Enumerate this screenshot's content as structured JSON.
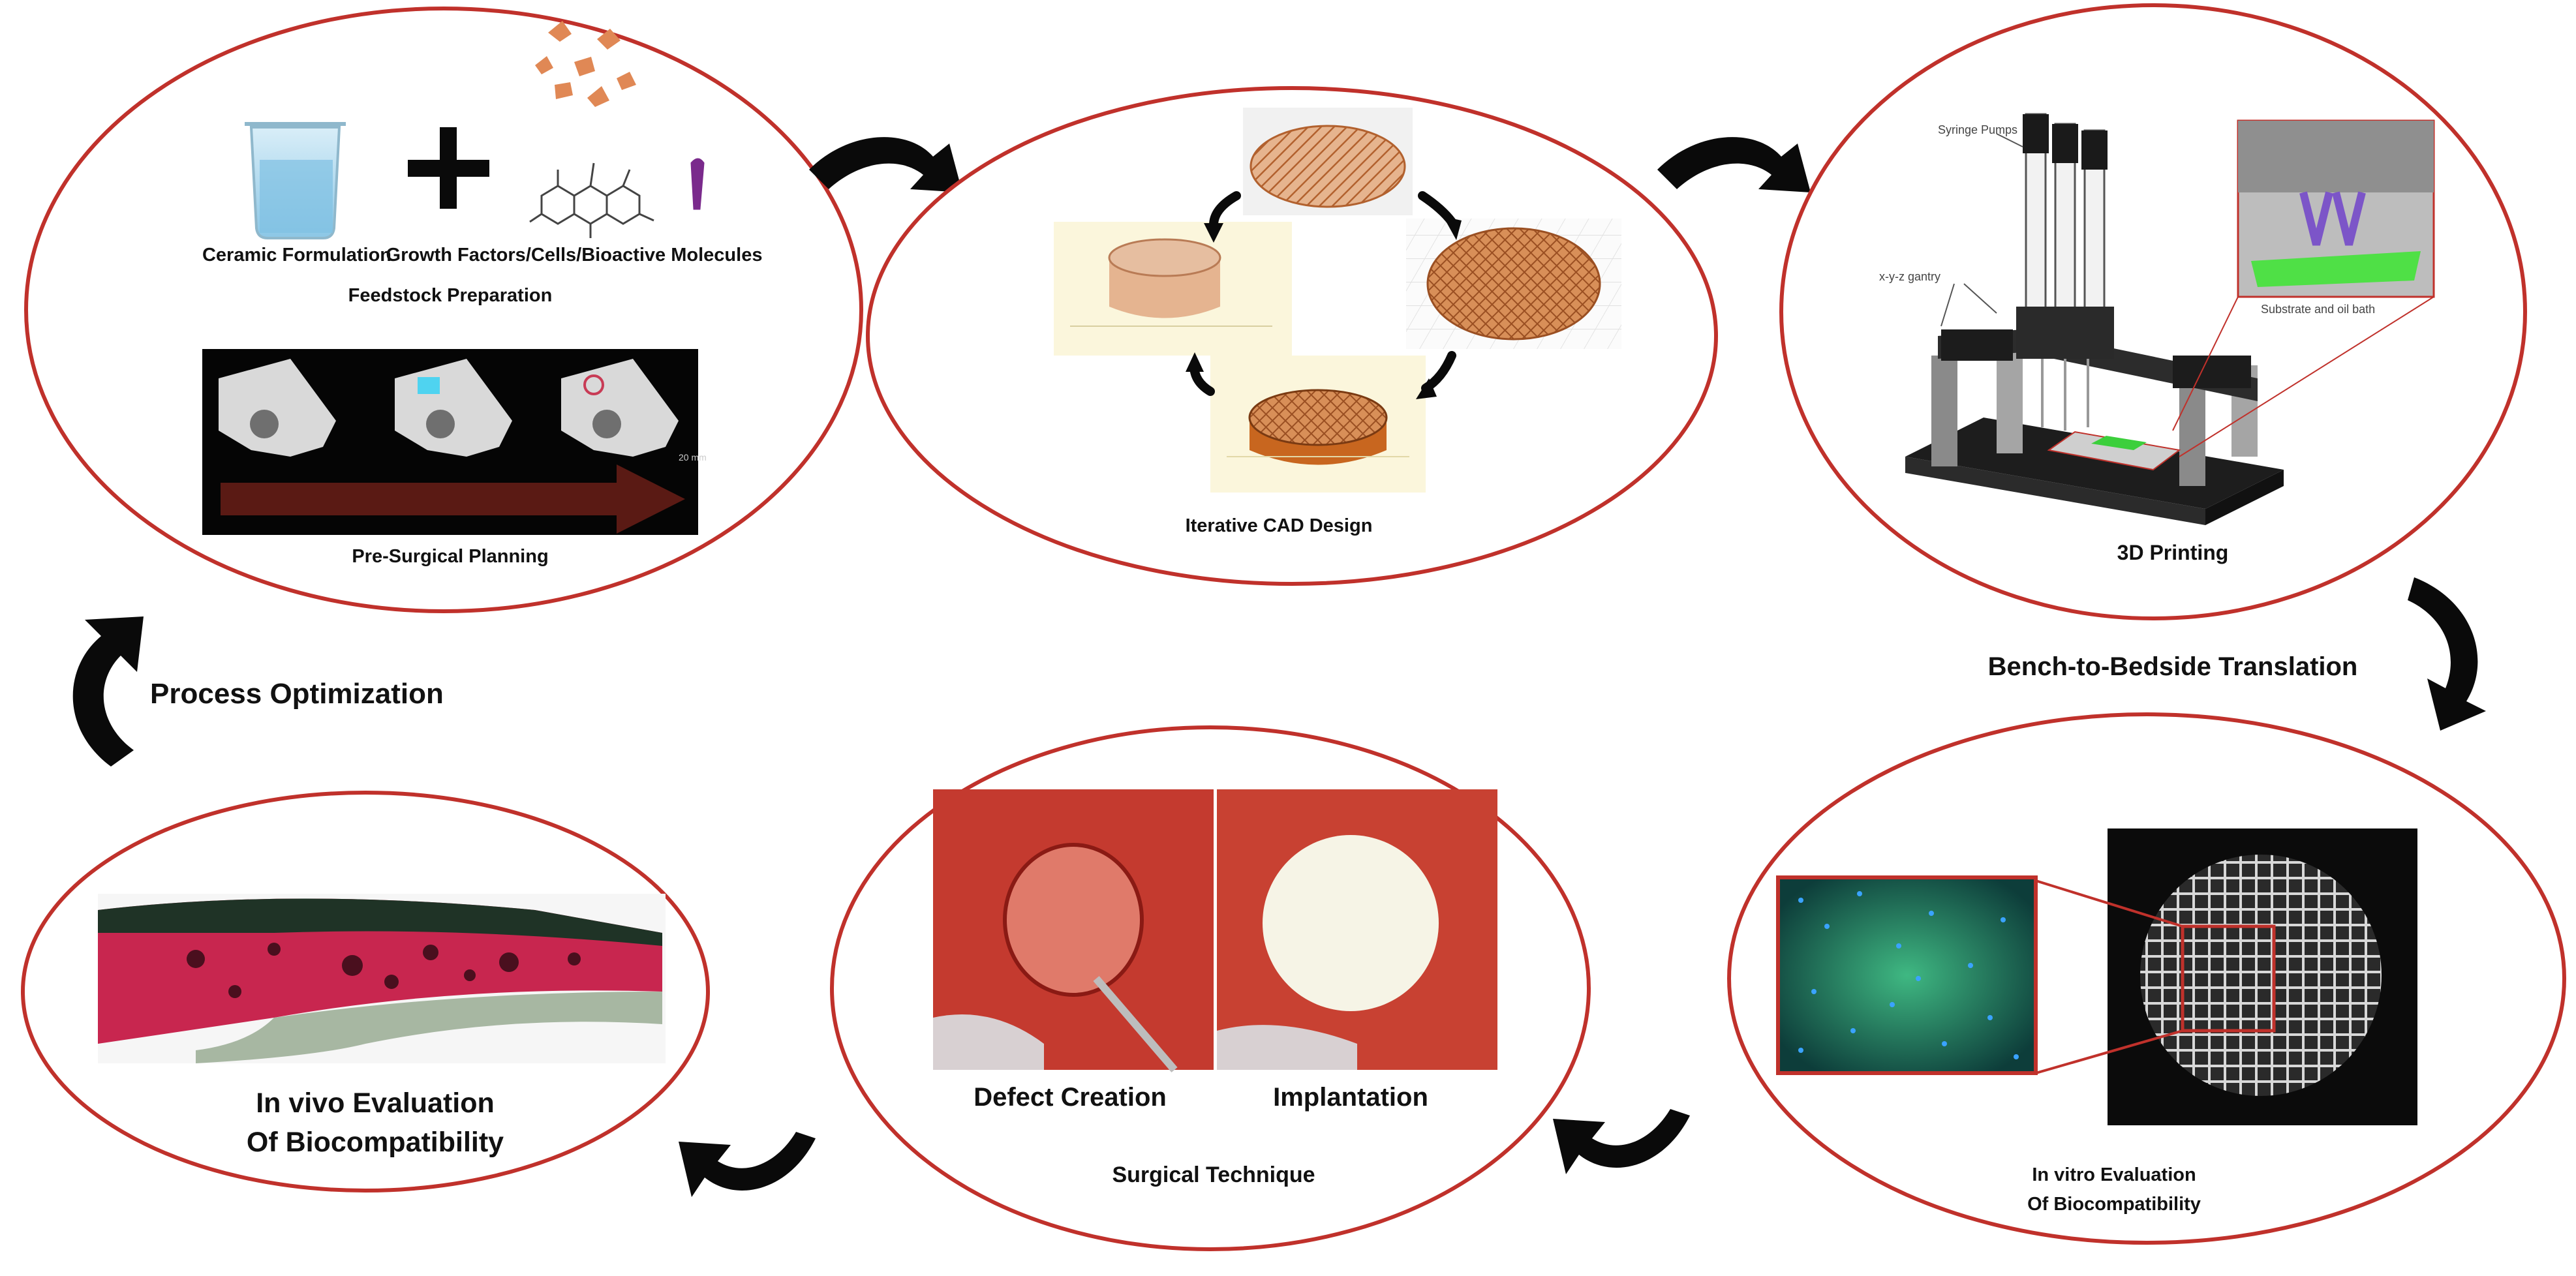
{
  "colors": {
    "ellipse_stroke": "#c0312b",
    "arrow": "#0a0a0a",
    "bone_stain": "#c8264f",
    "ct_background": "#050505",
    "planning_arrow": "#5a1a14",
    "scaffold_orange": "#c87a45",
    "tissue_red": "#c43a2f",
    "fluorescence": "#2fa86a"
  },
  "stages": {
    "feedstock": {
      "ceramic_label": "Ceramic Formulation",
      "growth_label": "Growth Factors/Cells/Bioactive Molecules",
      "caption": "Feedstock Preparation",
      "plus_sign": "+",
      "planning_caption": "Pre-Surgical Planning",
      "scale_text": "20 mm"
    },
    "cad": {
      "caption": "Iterative CAD Design"
    },
    "printing": {
      "caption": "3D Printing",
      "syringe_label": "Syringe Pumps",
      "gantry_label": "x-y-z gantry",
      "substrate_label": "Substrate and oil bath"
    },
    "in_vitro": {
      "line1": "In vitro Evaluation",
      "line2": "Of Biocompatibility"
    },
    "surgical": {
      "defect_label": "Defect Creation",
      "implant_label": "Implantation",
      "caption": "Surgical Technique"
    },
    "in_vivo": {
      "line1": "In vivo Evaluation",
      "line2": "Of Biocompatibility"
    }
  },
  "transitions": {
    "bench": "Bench-to-Bedside Translation",
    "process": "Process Optimization"
  },
  "icons": [
    "beaker-icon",
    "plus-icon",
    "cells-icon",
    "molecule-icon",
    "skull-ct-icon",
    "scaffold-cad-icon",
    "printer-icon",
    "cycle-arrow-icon"
  ]
}
